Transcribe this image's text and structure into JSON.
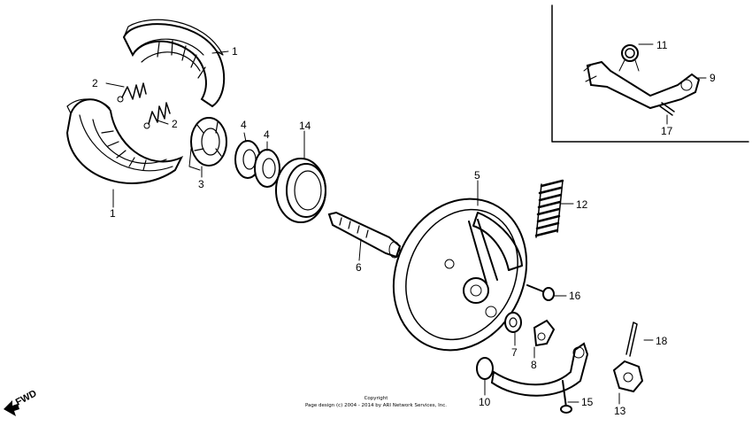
{
  "callouts": [
    {
      "id": "brake-shoe-top",
      "label": "1"
    },
    {
      "id": "brake-shoe-bottom",
      "label": "1"
    },
    {
      "id": "spring-top",
      "label": "2"
    },
    {
      "id": "spring-bottom",
      "label": "2"
    },
    {
      "id": "cam-wear-indicator",
      "label": "3"
    },
    {
      "id": "washer-a",
      "label": "4"
    },
    {
      "id": "washer-b",
      "label": "4"
    },
    {
      "id": "brake-panel",
      "label": "5"
    },
    {
      "id": "brake-cam",
      "label": "6"
    },
    {
      "id": "felt-seal",
      "label": "7"
    },
    {
      "id": "indicator-plate",
      "label": "8"
    },
    {
      "id": "brake-pedal",
      "label": "9"
    },
    {
      "id": "dust-seal",
      "label": "10"
    },
    {
      "id": "return-spring",
      "label": "11"
    },
    {
      "id": "brake-arm-spring",
      "label": "12"
    },
    {
      "id": "nut",
      "label": "13"
    },
    {
      "id": "oil-seal",
      "label": "14"
    },
    {
      "id": "arm-bolt",
      "label": "15"
    },
    {
      "id": "panel-bolt",
      "label": "16"
    },
    {
      "id": "pedal-pin",
      "label": "17"
    },
    {
      "id": "cotter-pin",
      "label": "18"
    }
  ],
  "copyright": {
    "line1": "Copyright",
    "line2": "Page design (c) 2004 - 2014 by ARI Network Services, Inc."
  },
  "direction_label": "FWD"
}
